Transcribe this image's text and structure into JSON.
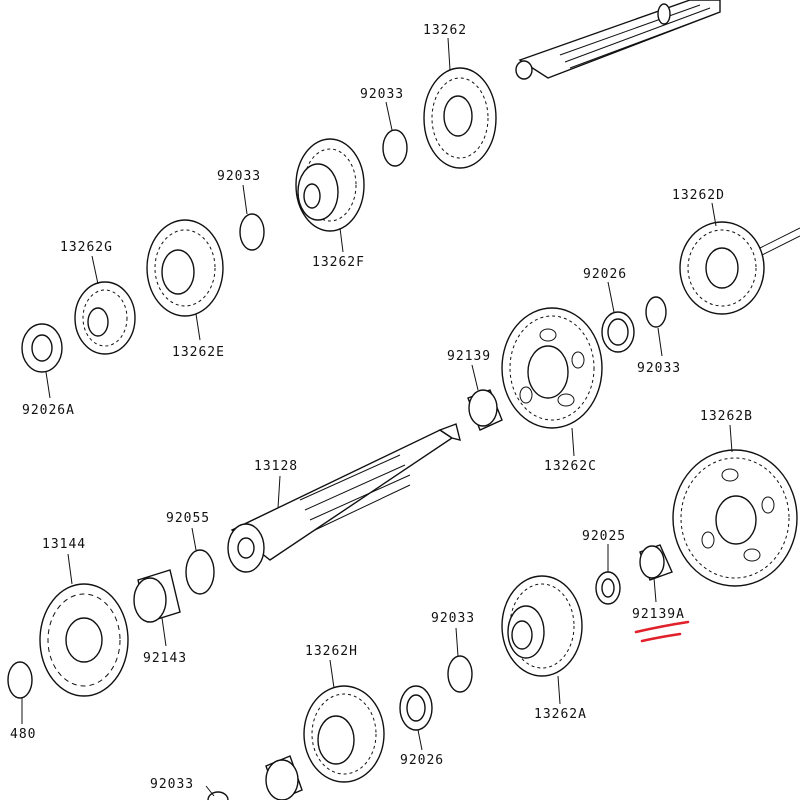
{
  "diagram": {
    "labels": {
      "p13262": "13262",
      "p92033_top": "92033",
      "p92033_b": "92033",
      "p13262F": "13262F",
      "p13262G": "13262G",
      "p13262E": "13262E",
      "p92026A": "92026A",
      "p13262D": "13262D",
      "p92026_r": "92026",
      "p92033_r": "92033",
      "p92139": "92139",
      "p13262C": "13262C",
      "p13128": "13128",
      "p13262B": "13262B",
      "p92055": "92055",
      "p13144": "13144",
      "p92143": "92143",
      "p92025": "92025",
      "p92139A": "92139A",
      "p92033_m": "92033",
      "p13262H": "13262H",
      "p480": "480",
      "p92026_b": "92026",
      "p13262A": "13262A",
      "p92033_bl": "92033"
    },
    "highlight_color": "#e0202a",
    "highlighted_part": "92139A"
  }
}
